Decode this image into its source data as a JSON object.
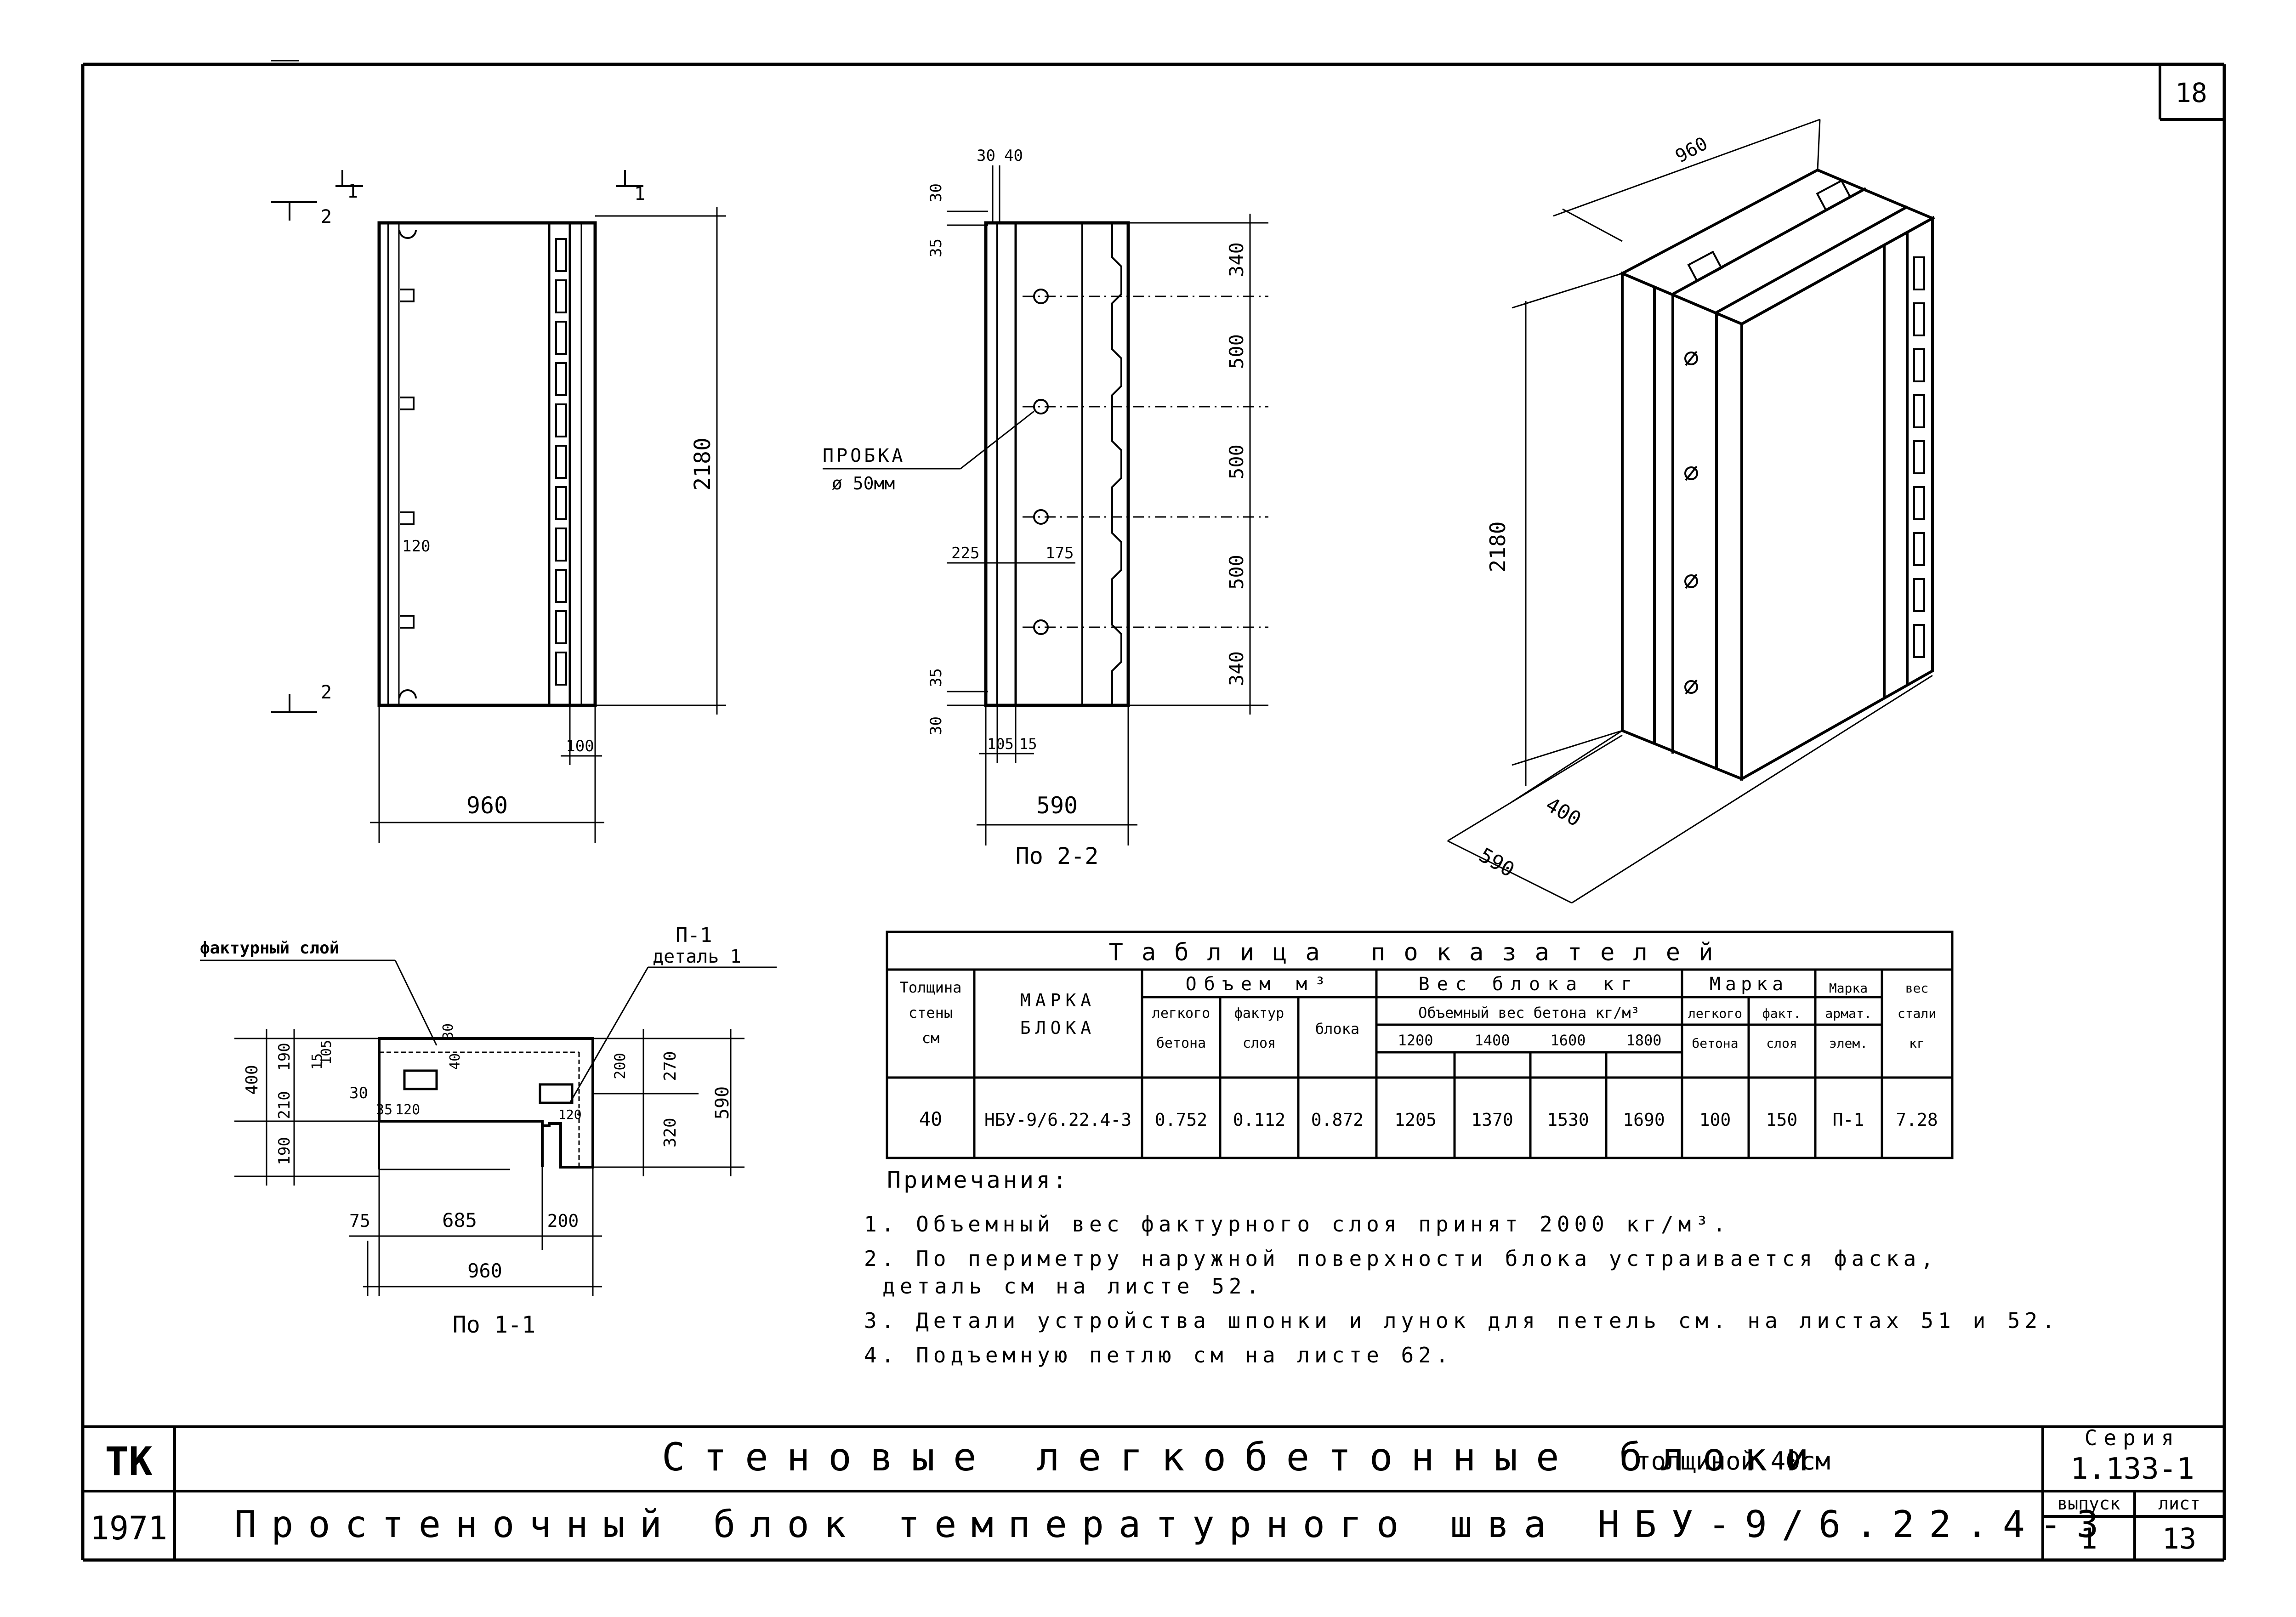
{
  "sheet": {
    "page_number": "18",
    "sheet_no": "13",
    "issue_no": "1",
    "series_label": "Серия",
    "series": "1.133-1",
    "issue_label": "выпуск",
    "sheet_label": "лист",
    "org": "ТК",
    "year": "1971",
    "title_main": "Стеновые легкобетонные блоки",
    "title_suffix": "толщиной 40см",
    "title_sub": "Простеночный блок температурного шва НБУ-9/6.22.4-3"
  },
  "views": {
    "front": {
      "dim_height": "2180",
      "dim_width": "960",
      "dim_bottom": "100",
      "dim_slot": "120",
      "section_1": "1",
      "section_2": "2"
    },
    "side": {
      "caption": "По 2-2",
      "dim_top_a": "30",
      "dim_top_b": "40",
      "dim_top_v": "30",
      "dim_35_top": "35",
      "dim_35_bot": "35",
      "dim_30_bot": "30",
      "plug_label": "ПРОБКА",
      "plug_size": "ø 50мм",
      "dim_225": "225",
      "dim_175": "175",
      "dim_105": "105",
      "dim_15": "15",
      "dim_width": "590",
      "spacings": [
        "340",
        "500",
        "500",
        "500",
        "340"
      ]
    },
    "iso": {
      "dim_width": "960",
      "dim_height": "2180",
      "dim_400": "400",
      "dim_590": "590"
    },
    "plan": {
      "caption": "По 1-1",
      "label_facing": "фактурный слой",
      "label_p1": "П-1",
      "label_detail": "деталь 1",
      "dims": {
        "d400": "400",
        "d190a": "190",
        "d210": "210",
        "d190b": "190",
        "d15": "15",
        "d105": "105",
        "d30a": "30",
        "d30b": "30",
        "d35": "35",
        "d120a": "120",
        "d40": "40",
        "d200a": "200",
        "d120b": "120",
        "d270": "270",
        "d320": "320",
        "d590": "590",
        "d75": "75",
        "d685": "685",
        "d200b": "200",
        "d960": "960"
      }
    }
  },
  "table": {
    "title": "Таблица показателей",
    "h_thick": [
      "Толщина",
      "стены",
      "см"
    ],
    "h_mark": [
      "МАРКА",
      "БЛОКА"
    ],
    "h_volume": "Объем м³",
    "h_vol_light": [
      "легкого",
      "бетона"
    ],
    "h_vol_facing": [
      "фактур",
      "слоя"
    ],
    "h_vol_block": "блока",
    "h_weight": "Вес блока кг",
    "h_weight_sub": "Объемный вес бетона кг/м³",
    "h_densities": [
      "1200",
      "1400",
      "1600",
      "1800"
    ],
    "h_grade": "Марка",
    "h_grade_light": [
      "легкого",
      "бетона"
    ],
    "h_grade_fact": [
      "факт.",
      "слоя"
    ],
    "h_armat": [
      "Марка",
      "армат.",
      "элем."
    ],
    "h_steel": [
      "вес",
      "стали",
      "кг"
    ],
    "row": {
      "thick": "40",
      "mark": "НБУ-9/6.22.4-3",
      "v_light": "0.752",
      "v_facing": "0.112",
      "v_block": "0.872",
      "w1200": "1205",
      "w1400": "1370",
      "w1600": "1530",
      "w1800": "1690",
      "grade_light": "100",
      "grade_fact": "150",
      "armat": "П-1",
      "steel": "7.28"
    }
  },
  "notes": {
    "heading": "Примечания:",
    "items": [
      "1. Объемный вес фактурного слоя принят 2000 кг/м³.",
      "2. По периметру наружной поверхности блока устраивается фаска,",
      "деталь см на листе 52.",
      "3. Детали устройства шпонки и лунок для петель см. на листах 51 и 52.",
      "4. Подъемную петлю см на листе 62."
    ]
  }
}
